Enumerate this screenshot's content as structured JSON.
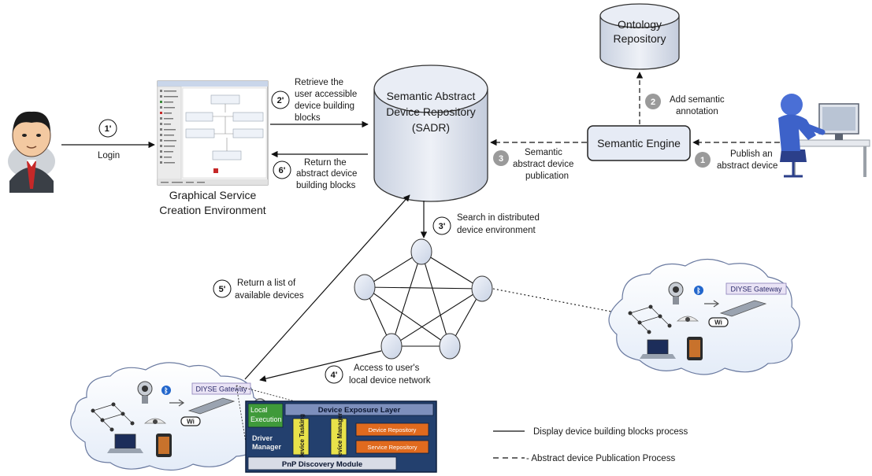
{
  "steps": {
    "s1p": "1'",
    "s2p": "2'",
    "s3p": "3'",
    "s4p": "4'",
    "s5p": "5'",
    "s6p": "6'",
    "s1": "1",
    "s2": "2",
    "s3": "3"
  },
  "labels": {
    "login": "Login",
    "gsce_line1": "Graphical Service",
    "gsce_line2": "Creation Environment",
    "retrieve_1": "Retrieve the",
    "retrieve_2": "user accessible",
    "retrieve_3": "device building",
    "retrieve_4": "blocks",
    "return_1": "Return the",
    "return_2": "abstract device",
    "return_3": "building blocks",
    "sadr_1": "Semantic Abstract",
    "sadr_2": "Device Repository",
    "sadr_3": "(SADR)",
    "ontology_1": "Ontology",
    "ontology_2": "Repository",
    "add_sem_1": "Add semantic",
    "add_sem_2": "annotation",
    "semantic_engine": "Semantic Engine",
    "sem_pub_1": "Semantic",
    "sem_pub_2": "abstract device",
    "sem_pub_3": "publication",
    "publish_1": "Publish an",
    "publish_2": "abstract device",
    "search_1": "Search in distributed",
    "search_2": "device environment",
    "return_list_1": "Return a list of",
    "return_list_2": "available devices",
    "access_1": "Access to user's",
    "access_2": "local device network",
    "gateway_right": "DIYSE Gateway",
    "gateway_left": "DIYSE Gateway",
    "wifi": "Wi",
    "legend_solid": "Display device building blocks process",
    "legend_dashed": "- Abstract device Publication Process"
  },
  "stack": {
    "local_execution_1": "Local",
    "local_execution_2": "Execution",
    "device_exposure": "Device Exposure Layer",
    "driver_manager_1": "Driver",
    "driver_manager_2": "Manager",
    "device_tasking": "Device Tasking",
    "device_manager": "Device Manager",
    "device_repository": "Device Repository",
    "service_repository": "Service Repository",
    "pnp": "PnP Discovery Module"
  },
  "colors": {
    "cylinder": "#dde3ee",
    "engine_box": "#e6ebf5",
    "network_node": "#dfe6f2",
    "stack_bg": "#23406e",
    "stack_accent": "#e8e24a",
    "stack_orange": "#e06a1e",
    "stack_green": "#3f9a3a"
  }
}
